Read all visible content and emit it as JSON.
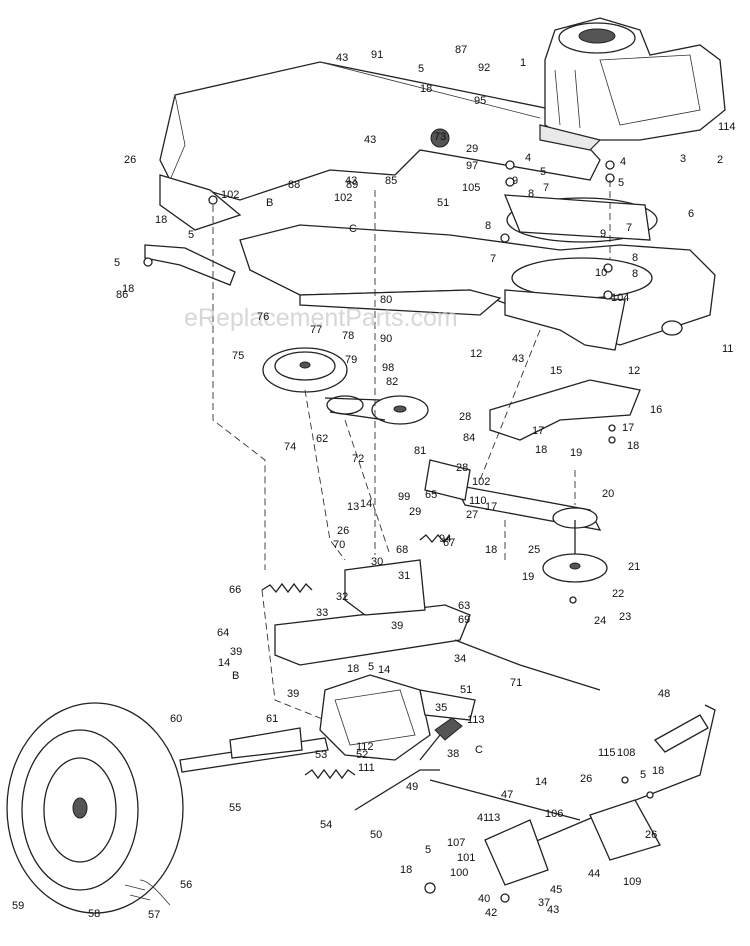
{
  "watermark": "eReplacementParts.com",
  "part_labels": [
    "1",
    "2",
    "3",
    "4",
    "5",
    "6",
    "7",
    "8",
    "9",
    "10",
    "11",
    "12",
    "13",
    "14",
    "15",
    "16",
    "17",
    "18",
    "19",
    "20",
    "21",
    "22",
    "23",
    "24",
    "25",
    "26",
    "27",
    "28",
    "29",
    "30",
    "31",
    "32",
    "33",
    "34",
    "35",
    "37",
    "38",
    "39",
    "40",
    "41",
    "42",
    "43",
    "44",
    "45",
    "47",
    "48",
    "49",
    "50",
    "51",
    "52",
    "53",
    "54",
    "55",
    "56",
    "57",
    "58",
    "59",
    "60",
    "61",
    "62",
    "63",
    "64",
    "65",
    "66",
    "67",
    "68",
    "69",
    "70",
    "71",
    "72",
    "73",
    "74",
    "75",
    "76",
    "77",
    "78",
    "79",
    "80",
    "81",
    "82",
    "84",
    "85",
    "86",
    "87",
    "88",
    "89",
    "90",
    "91",
    "92",
    "94",
    "95",
    "97",
    "98",
    "99",
    "100",
    "101",
    "102",
    "104",
    "105",
    "106",
    "107",
    "108",
    "109",
    "110",
    "111",
    "112",
    "113",
    "114",
    "115",
    "B",
    "C"
  ]
}
